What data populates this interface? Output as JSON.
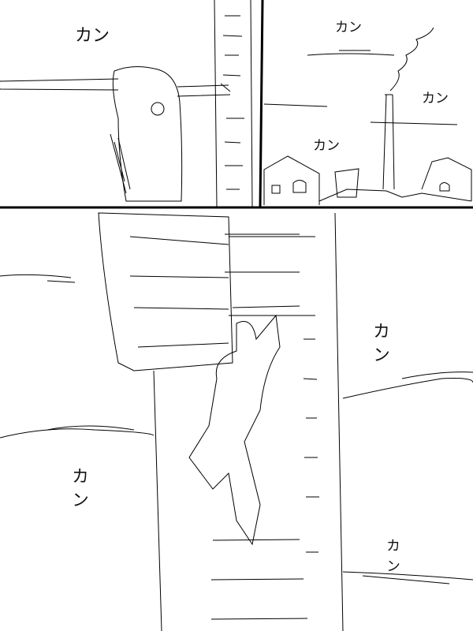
{
  "comic": {
    "panels": [
      {
        "id": "panel-1",
        "sfx": "カン"
      },
      {
        "id": "panel-2",
        "sfx": [
          "カン",
          "カン",
          "カン"
        ]
      },
      {
        "id": "panel-3",
        "sfx": [
          "カン",
          "カン",
          "カン"
        ]
      }
    ]
  },
  "colors": {
    "ink": "#000000",
    "paper": "#ffffff"
  }
}
